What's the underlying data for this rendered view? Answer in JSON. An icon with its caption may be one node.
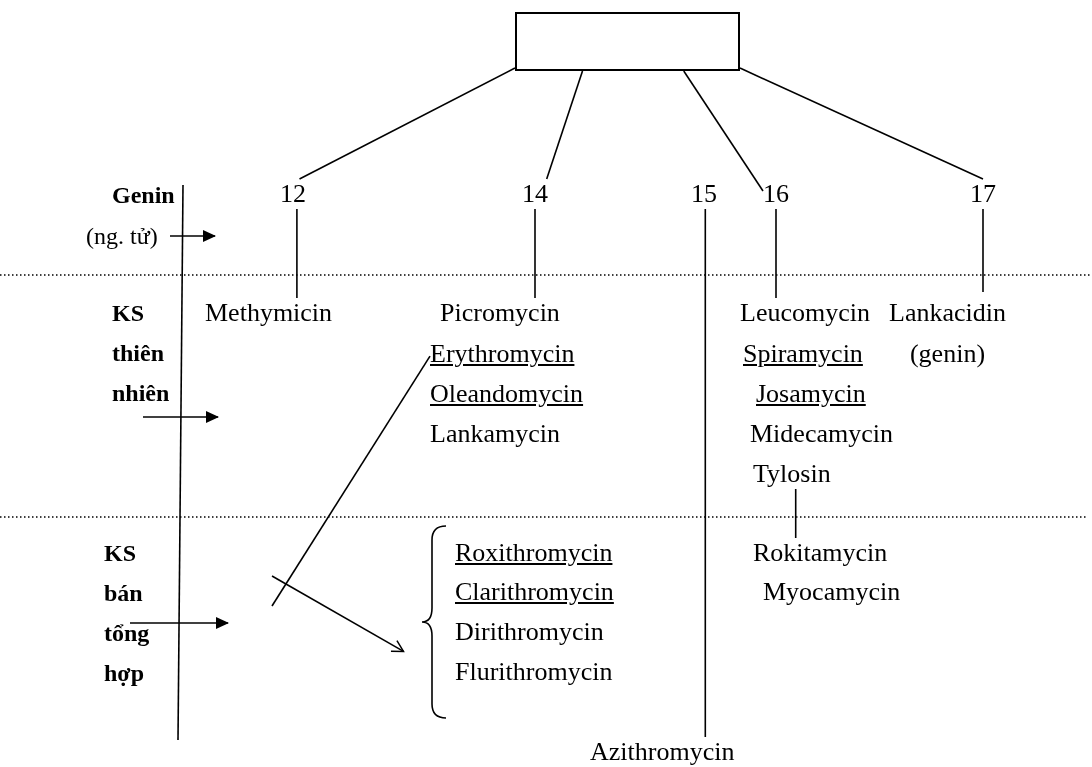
{
  "diagram": {
    "nodes": [
      {
        "text": [],
        "shape": "box"
      },
      {
        "text": [
          "12"
        ]
      },
      {
        "text": [
          "14"
        ]
      },
      {
        "text": [
          "15"
        ]
      },
      {
        "text": [
          "16"
        ]
      },
      {
        "text": [
          "17"
        ]
      },
      {
        "text": [
          "Methymicin"
        ]
      },
      {
        "text": [
          "Picromycin"
        ]
      },
      {
        "text": [
          "Erythromycin"
        ]
      },
      {
        "text": [
          "Oleandomycin"
        ]
      },
      {
        "text": [
          "Lankamycin"
        ]
      },
      {
        "text": [
          "Leucomycin"
        ]
      },
      {
        "text": [
          "Spiramycin"
        ]
      },
      {
        "text": [
          "Josamycin"
        ]
      },
      {
        "text": [
          "Midecamycin"
        ]
      },
      {
        "text": [
          "Tylosin"
        ]
      },
      {
        "text": [
          "Lankacidin (genin)"
        ]
      },
      {
        "text": [],
        "shape": "brace"
      },
      {
        "text": [
          "Roxithromycin"
        ],
        "in": 17
      },
      {
        "text": [
          "Clarithromycin"
        ],
        "in": 17
      },
      {
        "text": [
          "Dirithromycin"
        ],
        "in": 17
      },
      {
        "text": [
          "Flurithromycin"
        ],
        "in": 17
      },
      {
        "text": [
          "Rokitamycin"
        ]
      },
      {
        "text": [
          "Myocamycin"
        ]
      },
      {
        "text": [
          "Azithromycin"
        ]
      }
    ],
    "edges": [
      {
        "from": 0,
        "to": 1,
        "arrow": "none"
      },
      {
        "from": 0,
        "to": 2,
        "arrow": "none"
      },
      {
        "from": 0,
        "to": 4,
        "arrow": "none"
      },
      {
        "from": 0,
        "to": 5,
        "arrow": "none"
      },
      {
        "from": 1,
        "to": 6,
        "arrow": "none"
      },
      {
        "from": 2,
        "to": 7,
        "arrow": "none"
      },
      {
        "from": 3,
        "to": 24,
        "arrow": "none"
      },
      {
        "from": 4,
        "to": 11,
        "arrow": "none"
      },
      {
        "from": 5,
        "to": 16,
        "arrow": "none"
      },
      {
        "from": 8,
        "to": null,
        "arrow": "none"
      },
      {
        "from": null,
        "to": 17,
        "arrow": "to"
      },
      {
        "from": 15,
        "to": 22,
        "arrow": "none"
      }
    ],
    "labels": [
      "Genin",
      "(ng. tử)",
      "KS thiên nhiên",
      "KS bán tổng hợp"
    ]
  }
}
